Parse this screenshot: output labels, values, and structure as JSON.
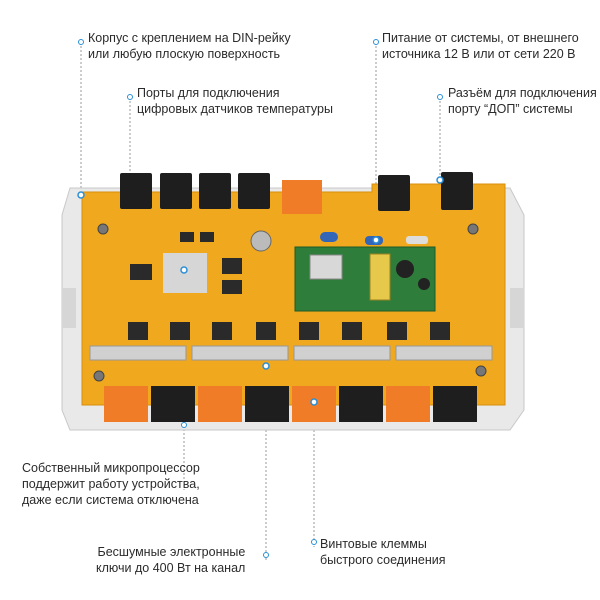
{
  "callouts": {
    "housing": {
      "lines": [
        "Корпус с креплением на DIN-рейку",
        "или любую плоскую поверхность"
      ]
    },
    "power": {
      "lines": [
        "Питание от системы, от внешнего",
        "источника 12 В или от сети 220 В"
      ]
    },
    "sensor_ports": {
      "lines": [
        "Порты для подключения",
        "цифровых датчиков температуры"
      ]
    },
    "dop_port": {
      "lines": [
        "Разъём для подключения к",
        "порту “ДОП” системы"
      ]
    },
    "microprocessor": {
      "lines": [
        "Собственный микропроцессор",
        "поддержит работу устройства,",
        "даже если система отключена"
      ]
    },
    "silent_keys": {
      "lines": [
        "Бесшумные электронные",
        "ключи до 400 Вт на канал"
      ]
    },
    "terminals": {
      "lines": [
        "Винтовые клеммы",
        "быстрого соединения"
      ]
    }
  },
  "colors": {
    "pcb": "#f0a81e",
    "pcb_dark": "#d88f10",
    "housing": "#e6e6e6",
    "terminal_orange": "#f07c28",
    "terminal_black": "#1e1e1e",
    "accent_blue": "#2a8fd6",
    "psu_green": "#2f7d3a"
  }
}
